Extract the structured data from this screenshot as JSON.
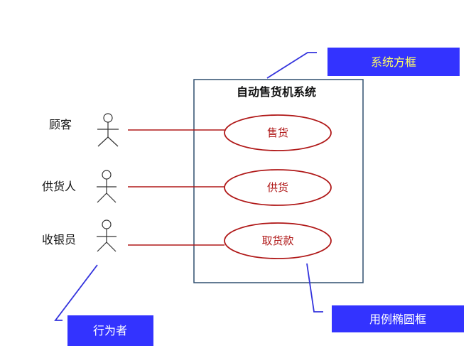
{
  "diagram": {
    "type": "uml-use-case",
    "system": {
      "title": "自动售货机系统"
    },
    "actors": [
      {
        "label": "顾客"
      },
      {
        "label": "供货人"
      },
      {
        "label": "收银员"
      }
    ],
    "use_cases": [
      {
        "label": "售货"
      },
      {
        "label": "供货"
      },
      {
        "label": "取货款"
      }
    ],
    "associations": [
      {
        "actor": "顾客",
        "use_case": "售货"
      },
      {
        "actor": "供货人",
        "use_case": "供货"
      },
      {
        "actor": "收银员",
        "use_case": "取货款"
      }
    ],
    "callouts": {
      "system_box": {
        "label": "系统方框",
        "text_color": "#ffff66"
      },
      "actor": {
        "label": "行为者",
        "text_color": "#ffffff"
      },
      "use_case": {
        "label": "用例椭圆框",
        "text_color": "#ffffff"
      }
    },
    "colors": {
      "association_line": "#b01818",
      "use_case_stroke": "#b01818",
      "use_case_text": "#b01818",
      "system_border": "#2f4f6f",
      "callout_fill": "#3333ff",
      "leader_line": "#3333dd",
      "stick_figure": "#333333"
    }
  }
}
